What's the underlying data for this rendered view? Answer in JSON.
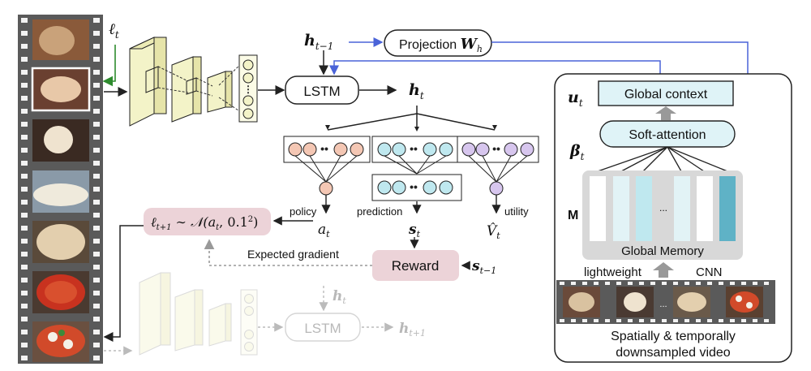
{
  "labels": {
    "ell_t": "ℓ",
    "ell_t_sub": "t",
    "h_prev": "h",
    "h_prev_sub": "t−1",
    "projection": "Projection ",
    "projection_w": "W",
    "projection_w_sub": "h",
    "lstm": "LSTM",
    "h_t": "h",
    "h_t_sub": "t",
    "u_t": "u",
    "u_t_sub": "t",
    "global_context": "Global context",
    "soft_attention": "Soft-attention",
    "beta_t": "β",
    "beta_t_sub": "t",
    "M": "M",
    "dots": "...",
    "global_memory": "Global Memory",
    "lightweight": "lightweight",
    "cnn": "CNN",
    "video_caption_1": "Spatially & temporally",
    "video_caption_2": "downsampled video",
    "policy": "policy",
    "a_t": "a",
    "a_t_sub": "t",
    "prediction": "prediction",
    "s_t": "s",
    "s_t_sub": "t",
    "utility": "utility",
    "v_hat": "V̂",
    "v_hat_sub": "t",
    "ell_next": "ℓ",
    "ell_next_sub": "t+1",
    "ell_next_rest": " ∼ 𝒩(a",
    "ell_next_rest2": ", 0.1",
    "ell_next_sup": "2",
    "ell_next_close": ")",
    "ell_next_at_sub": "t",
    "expected_gradient": "Expected gradient",
    "reward": "Reward",
    "s_prev": "s",
    "s_prev_sub": "t−1",
    "lstm_faded": "LSTM",
    "h_t_faded": "h",
    "h_t_faded_sub": "t",
    "h_next": "h",
    "h_next_sub": "t+1"
  },
  "colors": {
    "blue_line": "#4a63d8",
    "green_line": "#2e8b2e",
    "cnn_fill": "#f3f3c8",
    "policy_node": "#f4c7b4",
    "prediction_node": "#bfe8ef",
    "utility_node": "#d7c6ee",
    "reward_fill": "#ecd3d8",
    "context_fill": "#dff3f7",
    "memory_fill": "#d8d8d8"
  }
}
